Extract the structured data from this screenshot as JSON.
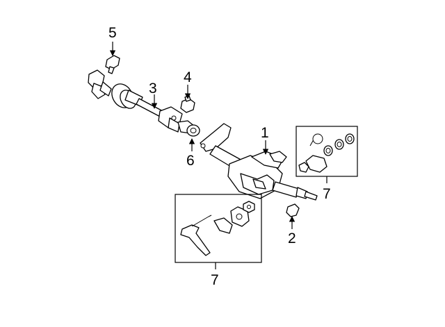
{
  "callouts": {
    "c1": "1",
    "c2": "2",
    "c3": "3",
    "c4": "4",
    "c5": "5",
    "c6": "6",
    "c7a": "7",
    "c7b": "7"
  },
  "colors": {
    "line": "#000000",
    "background": "#ffffff"
  }
}
